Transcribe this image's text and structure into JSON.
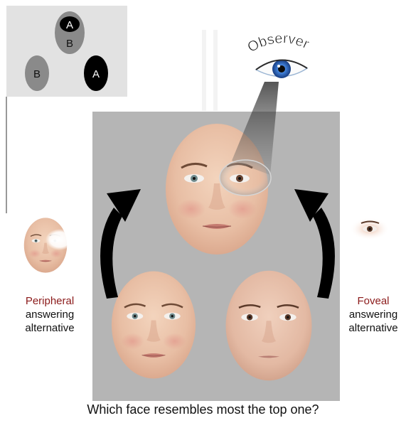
{
  "observer_label": "Observer",
  "question": "Which face resembles most the top one?",
  "peripheral": {
    "accent": "Peripheral",
    "line2": "answering",
    "line3": "alternative"
  },
  "foveal": {
    "accent": "Foveal",
    "line2": "answering",
    "line3": "alternative"
  },
  "schematic": {
    "top_outer": "B",
    "top_inner": "A",
    "left": "B",
    "right": "A"
  },
  "colors": {
    "panel": "#b5b5b5",
    "inset": "#e2e2e2",
    "accent_text": "#8b1a1a",
    "ellipse_light": "#8a8a8a",
    "ellipse_dark": "#000000",
    "iris": "#3f7fd8"
  },
  "icons": [
    "eye-icon",
    "curved-arrow-left-icon",
    "curved-arrow-right-icon"
  ]
}
